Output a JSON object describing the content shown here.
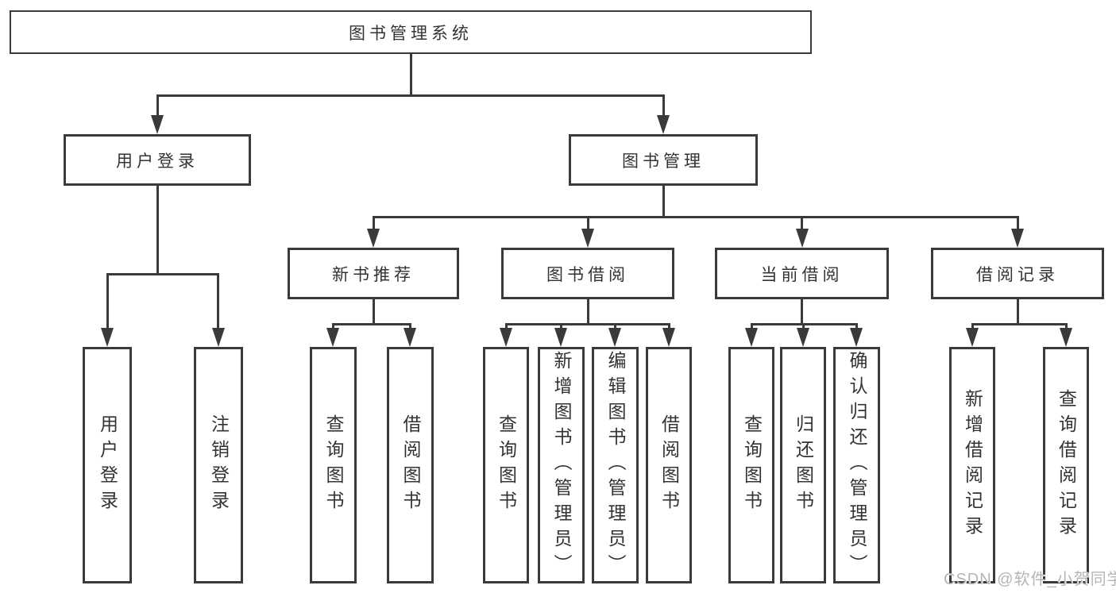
{
  "colors": {
    "line": "#3a3a3a",
    "text": "#333333",
    "box_fill": "#ffffff",
    "watermark": "#b5b5b5",
    "background": "#ffffff"
  },
  "tree": {
    "label": "图书管理系统",
    "children": [
      {
        "label": "用户登录",
        "children": [
          {
            "label": "用户登录"
          },
          {
            "label": "注销登录"
          }
        ]
      },
      {
        "label": "图书管理",
        "children": [
          {
            "label": "新书推荐",
            "children": [
              {
                "label": "查询图书"
              },
              {
                "label": "借阅图书"
              }
            ]
          },
          {
            "label": "图书借阅",
            "children": [
              {
                "label": "查询图书"
              },
              {
                "label": "新增图书（管理员）"
              },
              {
                "label": "编辑图书（管理员）"
              },
              {
                "label": "借阅图书"
              }
            ]
          },
          {
            "label": "当前借阅",
            "children": [
              {
                "label": "查询图书"
              },
              {
                "label": "归还图书"
              },
              {
                "label": "确认归还（管理员）"
              }
            ]
          },
          {
            "label": "借阅记录",
            "children": [
              {
                "label": "新增借阅记录"
              },
              {
                "label": "查询借阅记录"
              }
            ]
          }
        ]
      }
    ]
  },
  "watermark": {
    "text": "CSDN @软件_小贺同学"
  }
}
